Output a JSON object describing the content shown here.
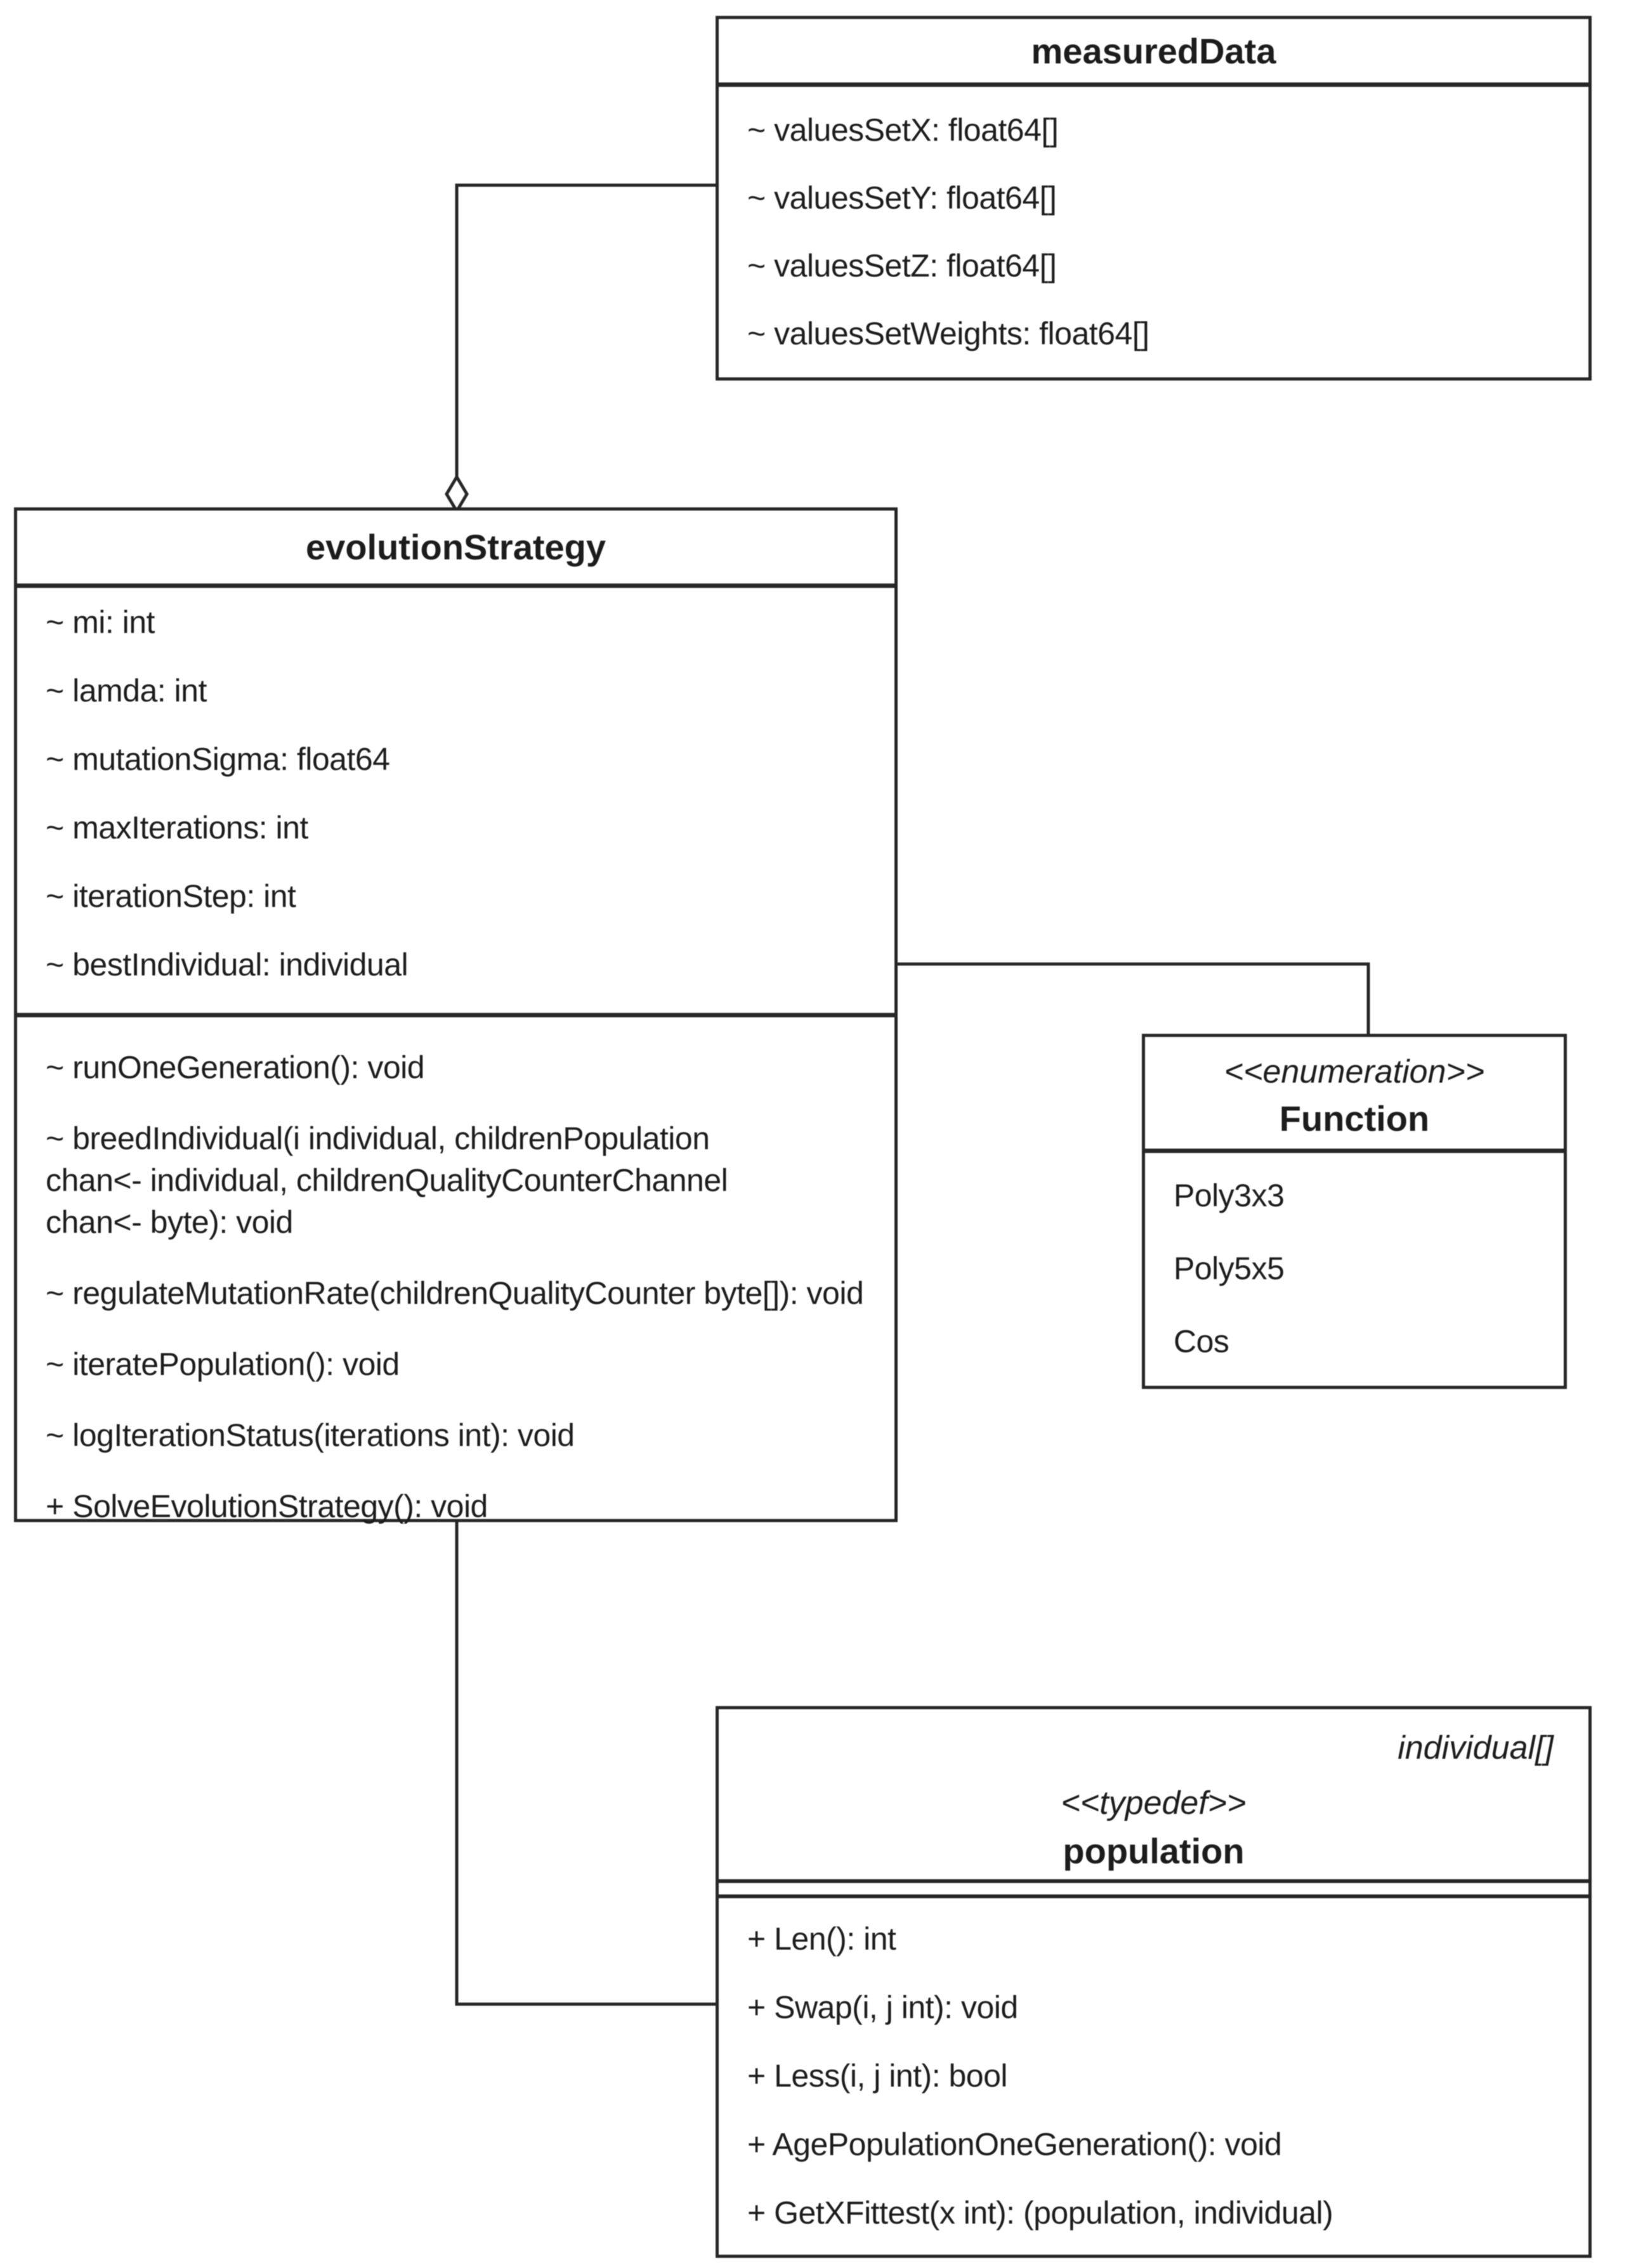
{
  "diagram": {
    "measured_data": {
      "title": "measuredData",
      "attributes": [
        "~ valuesSetX: float64[]",
        "~ valuesSetY: float64[]",
        "~ valuesSetZ: float64[]",
        "~ valuesSetWeights: float64[]"
      ]
    },
    "evolution_strategy": {
      "title": "evolutionStrategy",
      "attributes": [
        "~ mi: int",
        "~ lamda: int",
        "~ mutationSigma: float64",
        "~ maxIterations: int",
        "~ iterationStep: int",
        "~ bestIndividual: individual"
      ],
      "method_lines": [
        "~ runOneGeneration(): void",
        "~ breedIndividual(i individual, childrenPopulation",
        "chan<- individual, childrenQualityCounterChannel",
        "chan<- byte): void",
        "~ regulateMutationRate(childrenQualityCounter byte[]): void",
        "~ iteratePopulation(): void",
        "~ logIterationStatus(iterations int): void",
        "+ SolveEvolutionStrategy(): void"
      ]
    },
    "function_enum": {
      "stereotype": "<<enumeration>>",
      "title": "Function",
      "literals": [
        "Poly3x3",
        "Poly5x5",
        "Cos"
      ]
    },
    "population": {
      "type_annotation": "individual[]",
      "stereotype": "<<typedef>>",
      "title": "population",
      "methods": [
        "+ Len(): int",
        "+ Swap(i, j int): void",
        "+ Less(i, j int): bool",
        "+ AgePopulationOneGeneration(): void",
        "+ GetXFittest(x int): (population, individual)"
      ]
    },
    "colors": {
      "line": "#272727",
      "background": "#ffffff",
      "text": "#1c1c1c"
    }
  }
}
